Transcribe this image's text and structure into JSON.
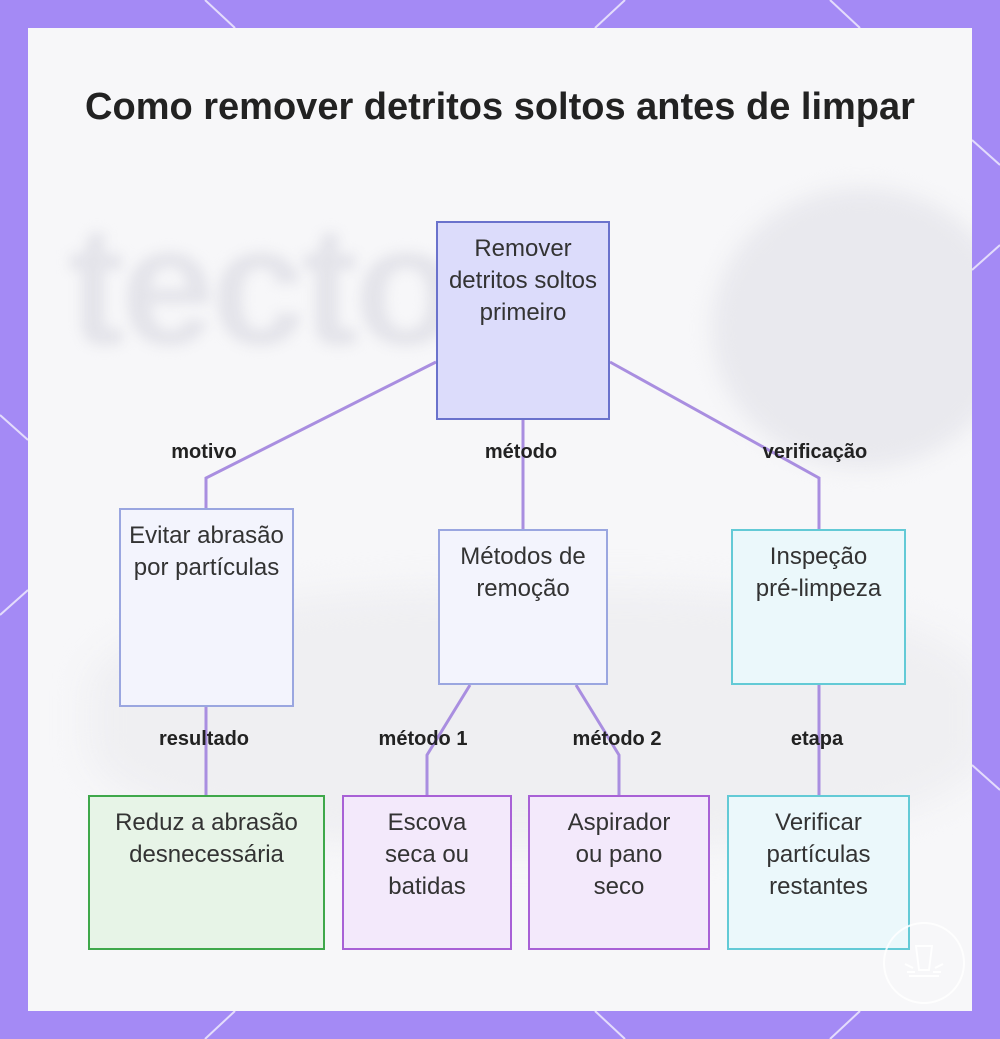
{
  "title": "Como remover detritos soltos antes de limpar",
  "colors": {
    "frame": "#a48af5",
    "connector": "#a98ee0",
    "root_border": "#6a72cc",
    "green_border": "#3fa84b",
    "purple_border": "#a861d6",
    "cyan_border": "#63cad6"
  },
  "nodes": {
    "root": "Remover detritos soltos primeiro",
    "reason": "Evitar abrasão por partículas",
    "methods": "Métodos de remoção",
    "inspection": "Inspeção pré-limpeza",
    "result": "Reduz a abrasão desnecessária",
    "method1": "Escova seca ou batidas",
    "method2": "Aspirador ou pano seco",
    "verify": "Verificar partículas restantes"
  },
  "edges": {
    "motivo": "motivo",
    "metodo": "método",
    "verificacao": "verificação",
    "resultado": "resultado",
    "metodo1": "método 1",
    "metodo2": "método 2",
    "etapa": "etapa"
  }
}
